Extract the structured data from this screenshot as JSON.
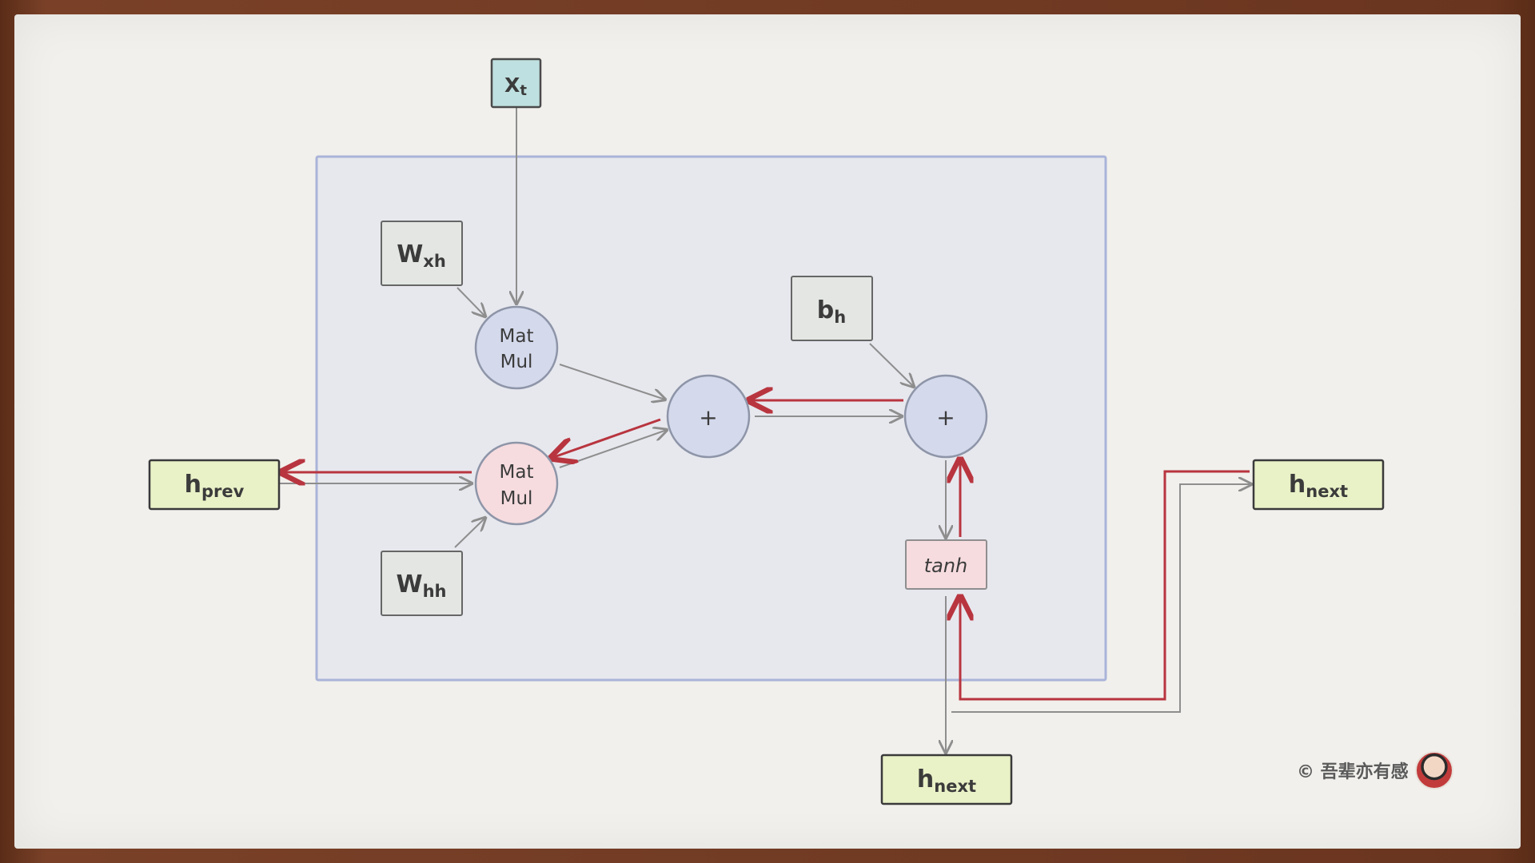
{
  "nodes": {
    "xt": {
      "main": "X",
      "sub": "t"
    },
    "wxh": {
      "main": "W",
      "sub": "xh"
    },
    "whh": {
      "main": "W",
      "sub": "hh"
    },
    "bh": {
      "main": "b",
      "sub": "h"
    },
    "hprev": {
      "main": "h",
      "sub": "prev"
    },
    "hnext_right": {
      "main": "h",
      "sub": "next"
    },
    "hnext_bottom": {
      "main": "h",
      "sub": "next"
    },
    "matmul_top": {
      "line1": "Mat",
      "line2": "Mul"
    },
    "matmul_bottom": {
      "line1": "Mat",
      "line2": "Mul"
    },
    "add_left": {
      "symbol": "+"
    },
    "add_right": {
      "symbol": "+"
    },
    "tanh": {
      "label": "tanh"
    }
  },
  "watermark": {
    "text": "© 吾辈亦有感"
  },
  "colors": {
    "container_border": "#aab4d8",
    "container_fill": "#e7e8ee",
    "input_box": "#bfe0e0",
    "weight_box": "#e3e6e3",
    "io_box": "#e9f1c7",
    "node_blue": "#d4d9ec",
    "node_pink": "#f6dcdf",
    "forward_arrow": "#8e8e8e",
    "backward_arrow": "#b8353f"
  }
}
